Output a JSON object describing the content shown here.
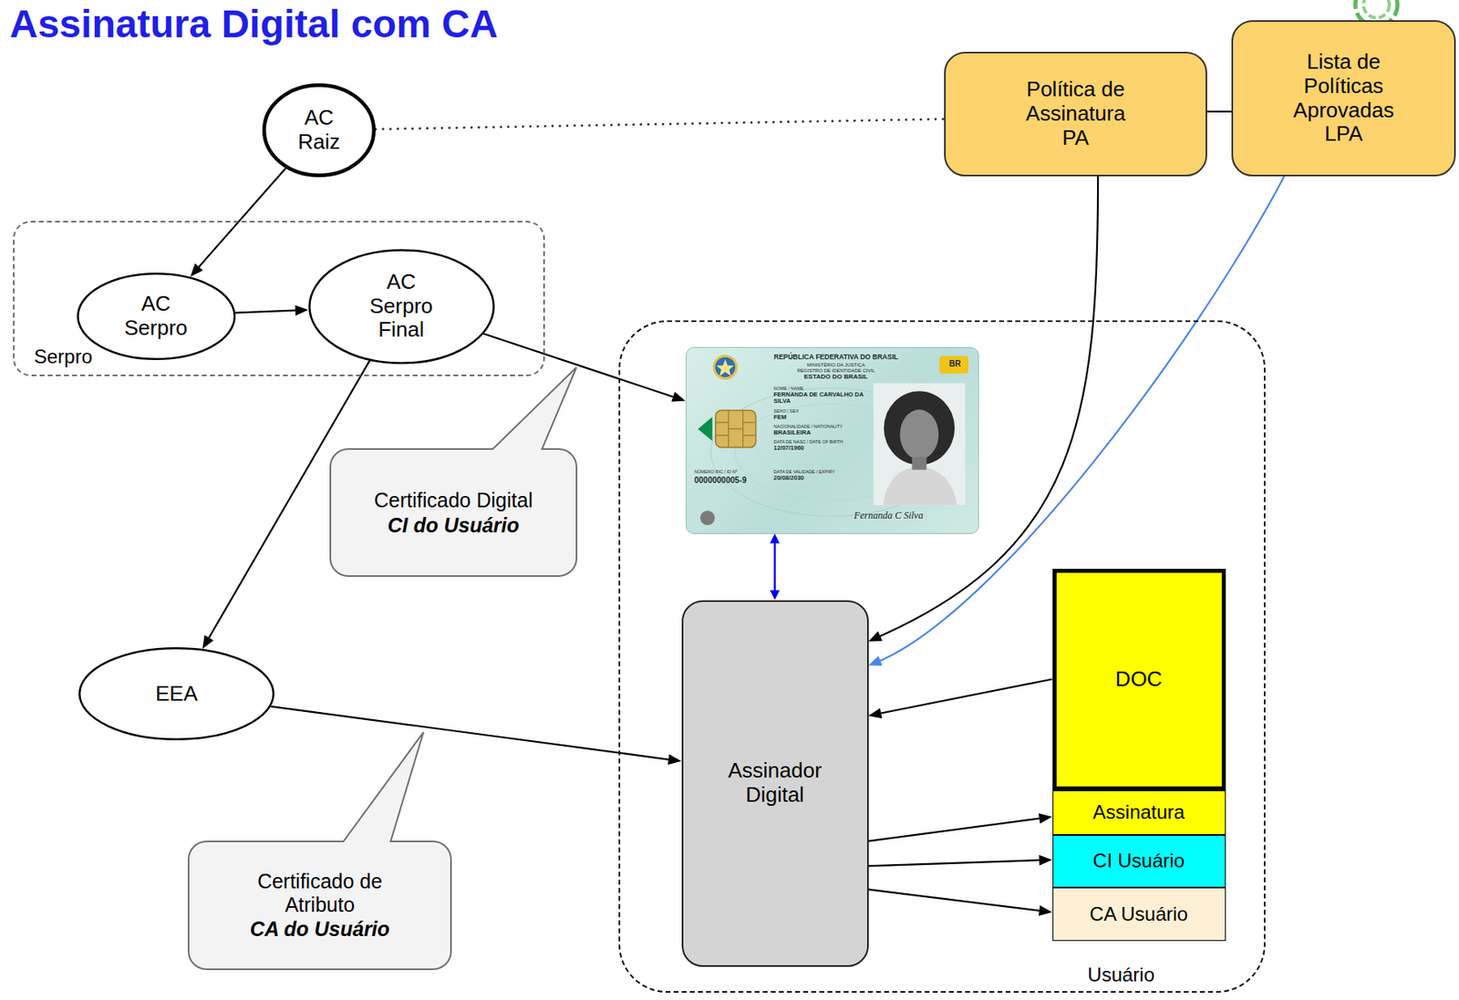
{
  "diagram": {
    "title": "Assinatura Digital com CA",
    "nodes": [
      {
        "text": [
          "AC Raiz"
        ]
      },
      {
        "text": [
          "Serpro"
        ]
      },
      {
        "text": [
          "AC Serpro"
        ],
        "in": 1
      },
      {
        "text": [
          "AC Serpro Final"
        ],
        "in": 1
      },
      {
        "text": [
          "Política de Assinatura PA"
        ]
      },
      {
        "text": [
          "Lista de Políticas Aprovadas LPA"
        ]
      },
      {
        "text": [
          "Usuário"
        ]
      },
      {
        "text": [
          "REPÚBLICA FEDERATIVA DO BRASIL",
          "MINISTÉRIO DA JUSTIÇA",
          "REGISTRO DE IDENTIDADE CIVIL",
          "ESTADO DO BRASIL",
          "BR",
          "NOME / NAME",
          "FERNANDA DE CARVALHO DA SILVA",
          "SEXO / SEX",
          "FEM",
          "NACIONALIDADE / NATIONALITY",
          "BRASILEIRA",
          "DATA DE NASC / DATE OF BIRTH",
          "12/07/1960",
          "DATA DE VALIDADE / EXPIRY",
          "20/08/2030",
          "NÚMERO RIC / ID Nº",
          "0000000005-9",
          "Fernanda C Silva"
        ],
        "in": 6
      },
      {
        "text": [
          "Certificado Digital",
          "CI do Usuário"
        ]
      },
      {
        "text": [
          "Assinador Digital"
        ],
        "in": 6
      },
      {
        "text": [
          "DOC"
        ],
        "in": 6
      },
      {
        "text": [
          "EEA"
        ]
      },
      {
        "text": [
          "Assinatura"
        ],
        "in": 6
      },
      {
        "text": [
          "CI Usuário"
        ],
        "in": 6
      },
      {
        "text": [
          "CA Usuário"
        ],
        "in": 6
      },
      {
        "text": [
          "Certificado de Atributo",
          "CA do Usuário"
        ]
      }
    ],
    "edges": [
      {
        "from": 0,
        "to": 2,
        "arrow": "to"
      },
      {
        "from": 2,
        "to": 3,
        "arrow": "to"
      },
      {
        "from": 3,
        "to": 7,
        "arrow": "to"
      },
      {
        "from": 3,
        "to": 11,
        "arrow": "to"
      },
      {
        "from": 11,
        "to": 9,
        "arrow": "to"
      },
      {
        "from": 7,
        "to": 9,
        "arrow": "both"
      },
      {
        "from": 4,
        "to": 9,
        "arrow": "to"
      },
      {
        "from": 5,
        "to": 9,
        "arrow": "to"
      },
      {
        "from": 10,
        "to": 9,
        "arrow": "to"
      },
      {
        "from": 9,
        "to": 12,
        "arrow": "to"
      },
      {
        "from": 9,
        "to": 13,
        "arrow": "to"
      },
      {
        "from": 9,
        "to": 14,
        "arrow": "to"
      },
      {
        "from": 0,
        "to": 4,
        "arrow": "none"
      },
      {
        "from": 4,
        "to": 5,
        "arrow": "none"
      }
    ]
  }
}
